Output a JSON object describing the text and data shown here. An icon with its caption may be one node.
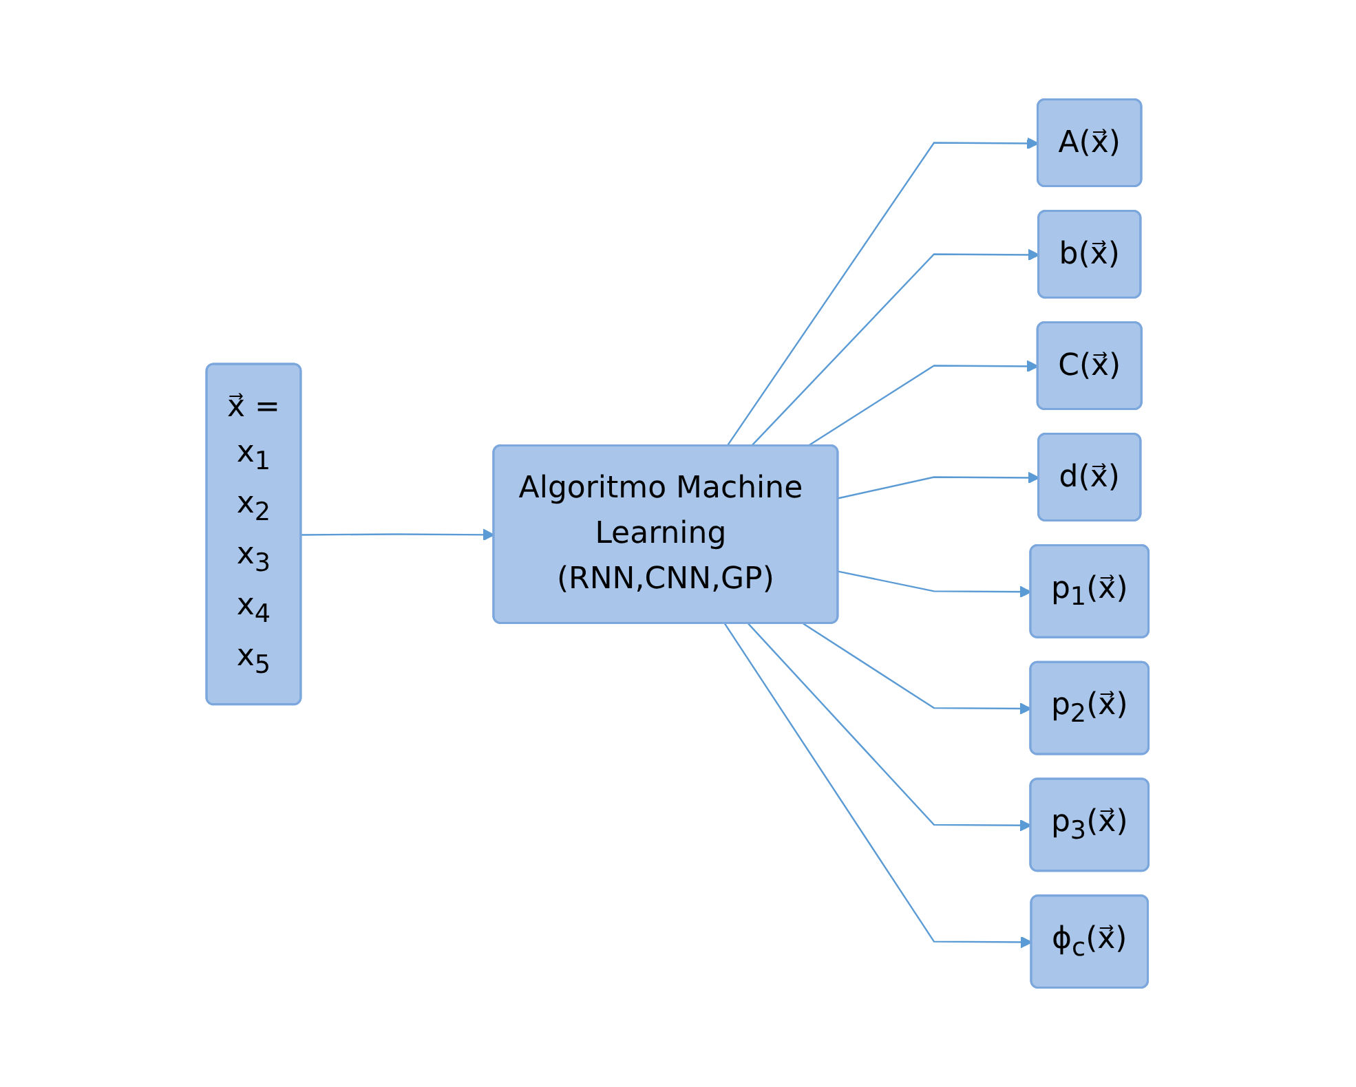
{
  "diagram": {
    "nodes": [
      {
        "text": [
          "x⃗ =",
          "x$_{1}$",
          "x$_{2}$",
          "x$_{3}$",
          "x$_{4}$",
          "x$_{5}$"
        ]
      },
      {
        "text": [
          "Algoritmo Machine Learning (RNN,CNN,GP)"
        ]
      },
      {
        "text": [
          "A(x⃗)"
        ]
      },
      {
        "text": [
          "b(x⃗)"
        ]
      },
      {
        "text": [
          "C(x⃗)"
        ]
      },
      {
        "text": [
          "d(x⃗)"
        ]
      },
      {
        "text": [
          "p$_{1}$(x⃗)"
        ]
      },
      {
        "text": [
          "p$_{2}$(x⃗)"
        ]
      },
      {
        "text": [
          "p$_{3}$(x⃗)"
        ]
      },
      {
        "text": [
          "ϕ$_{c}$(x⃗)"
        ]
      }
    ],
    "edges": [
      {
        "from": 0,
        "to": 1,
        "arrow": "to"
      },
      {
        "from": 1,
        "to": 2,
        "arrow": "to"
      },
      {
        "from": 1,
        "to": 3,
        "arrow": "to"
      },
      {
        "from": 1,
        "to": 4,
        "arrow": "to"
      },
      {
        "from": 1,
        "to": 5,
        "arrow": "to"
      },
      {
        "from": 1,
        "to": 6,
        "arrow": "to"
      },
      {
        "from": 1,
        "to": 7,
        "arrow": "to"
      },
      {
        "from": 1,
        "to": 8,
        "arrow": "to"
      },
      {
        "from": 1,
        "to": 9,
        "arrow": "to"
      }
    ]
  }
}
